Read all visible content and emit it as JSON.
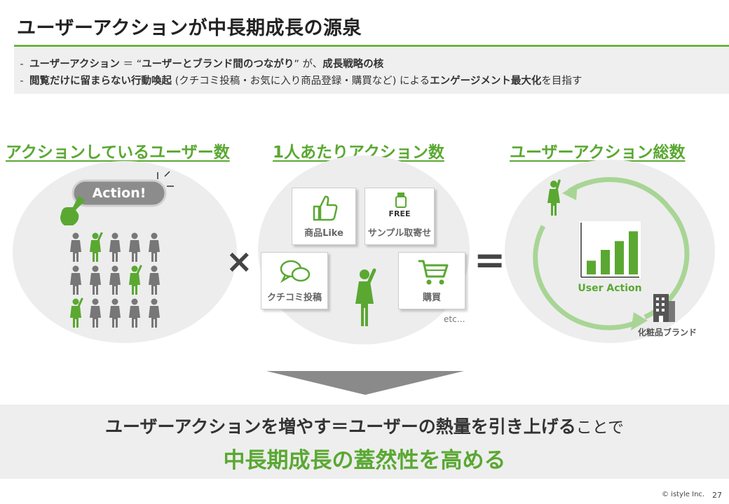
{
  "title": "ユーザーアクションが中長期成長の源泉",
  "summary": {
    "line1": {
      "dash": "-",
      "term": "ユーザーアクション",
      "eq": " ＝ “",
      "def": "ユーザーとブランド間のつながり",
      "mid": "” が、",
      "core": "成長戦略の核"
    },
    "line2": {
      "dash": "-",
      "lead": "閲覧だけに留まらない行動喚起",
      "paren": " (クチコミ投稿・お気に入り商品登録・購買など) による",
      "goal": "エンゲージメント最大化",
      "end": "を目指す"
    }
  },
  "headings": {
    "left": "アクションしているユーザー数",
    "middle": "1人あたりアクション数",
    "right": "ユーザーアクション総数"
  },
  "left_panel": {
    "action_button": "Action!"
  },
  "middle_panel": {
    "bubbles": {
      "like": "商品Like",
      "sample": "サンプル取寄せ",
      "sample_tag": "FREE",
      "review": "クチコミ投稿",
      "purchase": "購買"
    },
    "etc": "etc…"
  },
  "operators": {
    "times": "×",
    "equals": "="
  },
  "right_panel": {
    "chart_label": "User Action",
    "brand_label": "化粧品ブランド",
    "bars": [
      0.28,
      0.5,
      0.68,
      0.88
    ]
  },
  "conclusion": {
    "line1_bold": "ユーザーアクションを増やす＝ユーザーの熱量を引き上げる",
    "line1_tail": "ことで",
    "line2": "中長期成長の蓋然性を高める"
  },
  "footer": {
    "copyright": "©  istyle Inc.",
    "page": "27"
  },
  "colors": {
    "accent": "#5aa832",
    "person_gray": "#777777",
    "light_green": "#9fd38a"
  }
}
